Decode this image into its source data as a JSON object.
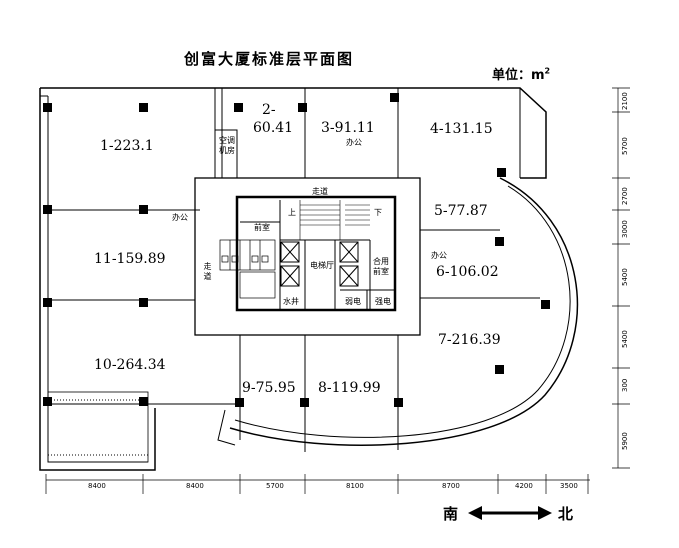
{
  "title": "创富大厦标准层平面图",
  "unit_label": "单位：m",
  "unit_superscript": "2",
  "rooms": [
    {
      "id": "1",
      "label": "1-223.1"
    },
    {
      "id": "2a",
      "label": "2-"
    },
    {
      "id": "2b",
      "label": "60.41"
    },
    {
      "id": "3",
      "label": "3-91.11"
    },
    {
      "id": "4",
      "label": "4-131.15"
    },
    {
      "id": "5",
      "label": "5-77.87"
    },
    {
      "id": "6",
      "label": "6-106.02"
    },
    {
      "id": "7",
      "label": "7-216.39"
    },
    {
      "id": "8",
      "label": "8-119.99"
    },
    {
      "id": "9",
      "label": "9-75.95"
    },
    {
      "id": "10",
      "label": "10-264.34"
    },
    {
      "id": "11",
      "label": "11-159.89"
    }
  ],
  "labels": {
    "office": "办公",
    "corridor": "走道",
    "ac_room_1": "空调",
    "ac_room_2": "机房",
    "front_room": "前室",
    "elevator_hall": "电梯厅",
    "shared_front_1": "合用",
    "shared_front_2": "前室",
    "weak_current": "弱电",
    "strong_current": "强电",
    "water_shaft": "水井",
    "up": "上",
    "down": "下",
    "corridor_v": "走道"
  },
  "dims_bottom": [
    "8400",
    "8400",
    "5700",
    "8100",
    "8700",
    "4200",
    "3500"
  ],
  "dims_right": [
    "2100",
    "5700",
    "2700",
    "3000",
    "5400",
    "5400",
    "300",
    "5900"
  ],
  "compass": {
    "south": "南",
    "north": "北"
  }
}
